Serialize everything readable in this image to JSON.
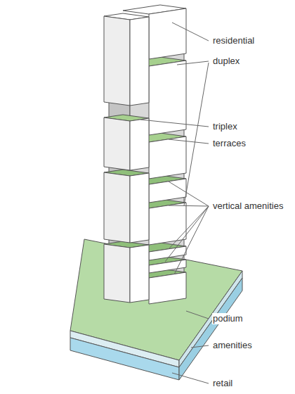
{
  "diagram": {
    "labels": [
      "residential",
      "duplex",
      "triplex",
      "terraces",
      "vertical amenities",
      "podium",
      "amenities",
      "retail"
    ]
  }
}
